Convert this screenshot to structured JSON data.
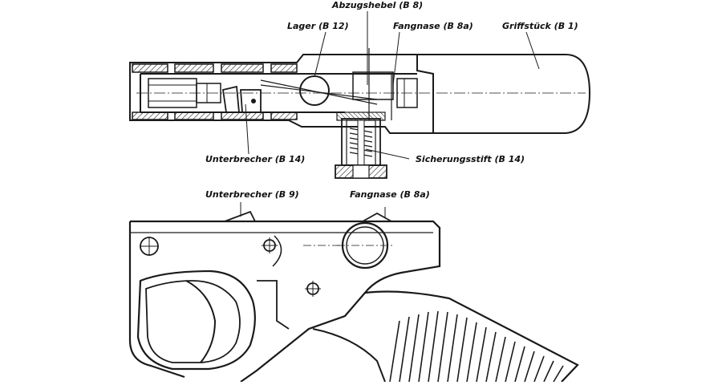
{
  "labels": {
    "abzugshebel": "Abzugshebel (B 8)",
    "lager": "Lager (B 12)",
    "fangnase_top": "Fangnase (B 8a)",
    "griffstueck": "Griffstück (B 1)",
    "unterbrecher_top": "Unterbrecher (B 14)",
    "sicherungsstift": "Sicherungsstift (B 14)",
    "unterbrecher_bottom": "Unterbrecher (B 9)",
    "fangnase_bottom": "Fangnase (B 8a)"
  },
  "colors": {
    "ink": "#1a1a1a",
    "paper": "#ffffff"
  }
}
